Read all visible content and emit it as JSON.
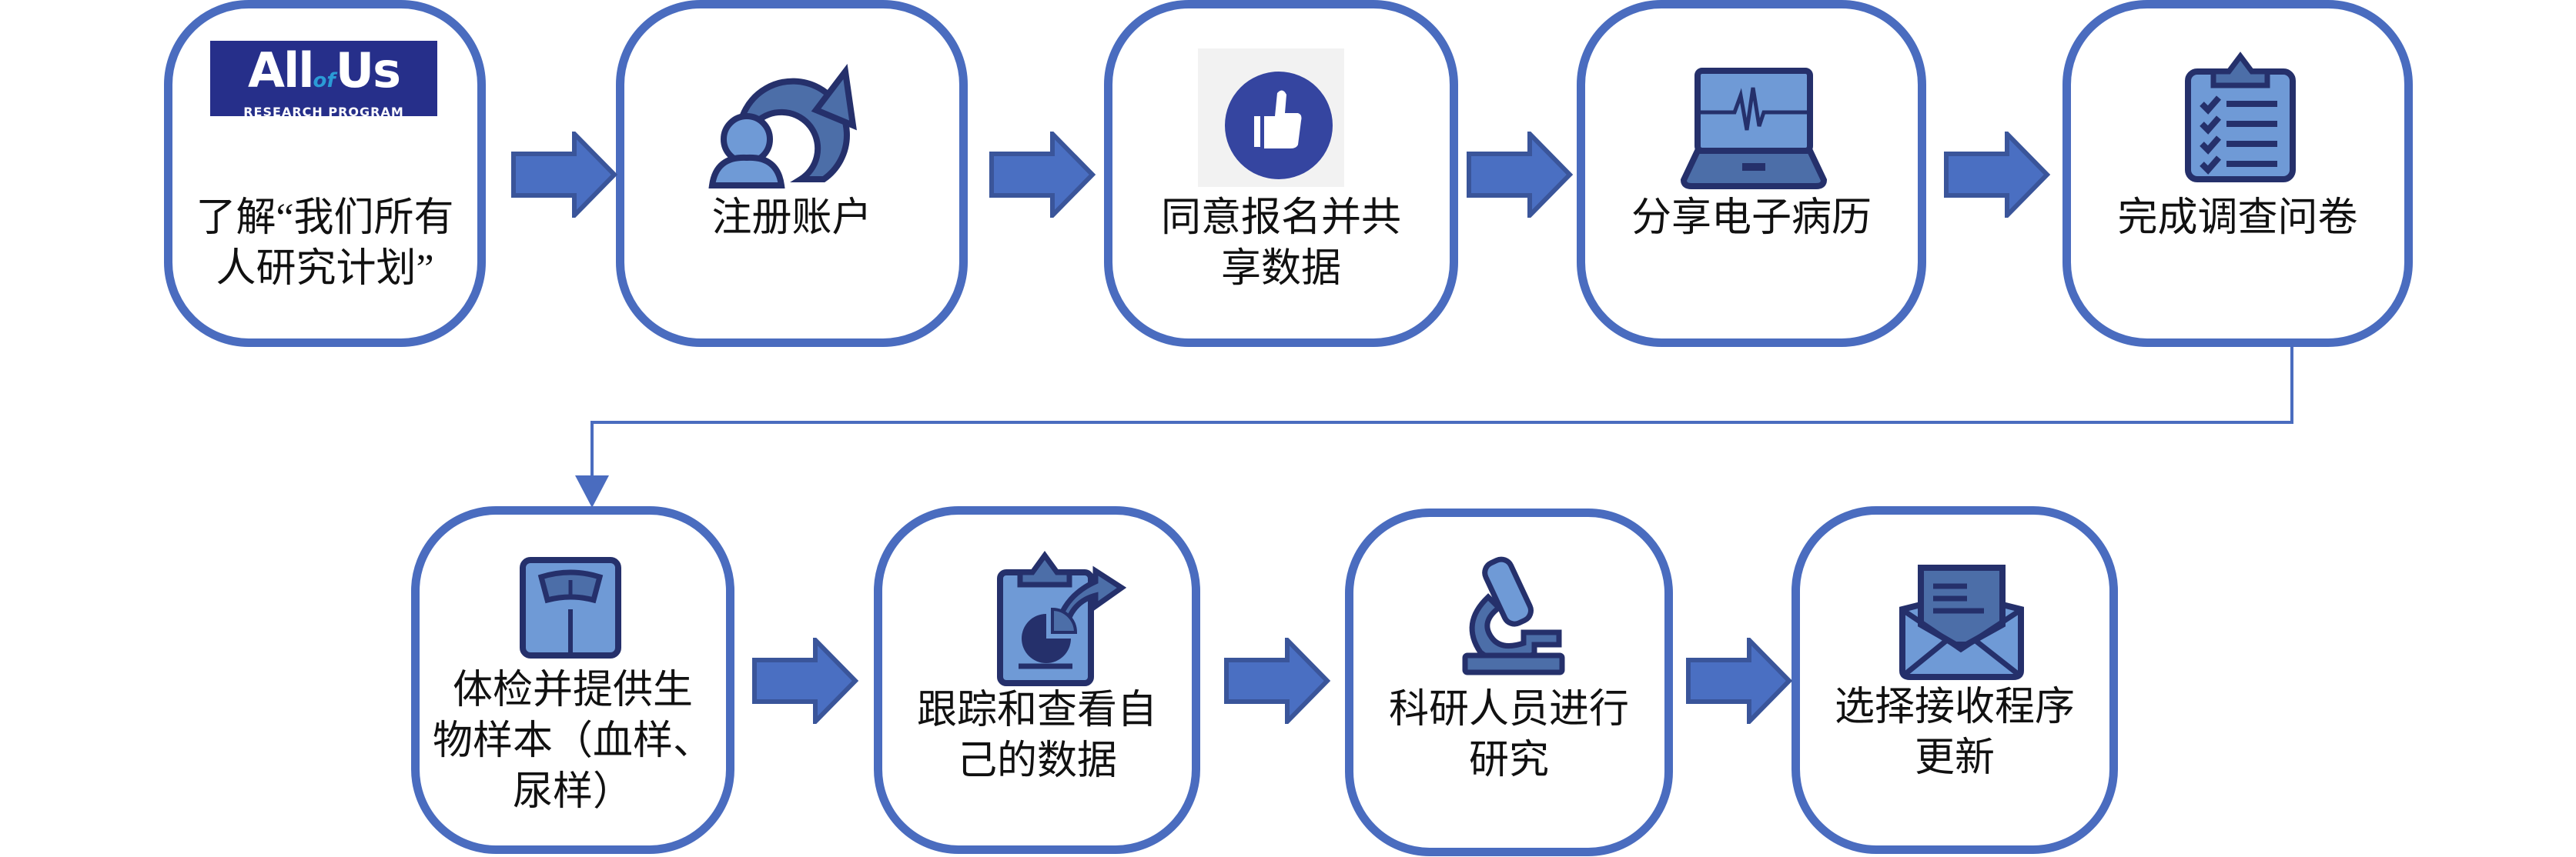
{
  "diagram": {
    "colors": {
      "box_border": "#4a6cbf",
      "arrow_fill": "#4a6fc2",
      "arrow_stroke": "#3a559a",
      "icon_dark": "#25306b",
      "icon_mid": "#4c6ea8",
      "icon_light": "#6f9ad6",
      "logo_bg": "#262f8a",
      "thumb_circle": "#3545a0"
    },
    "logo": {
      "title_all": "All",
      "title_of": "of",
      "title_us": "Us",
      "subtitle": "RESEARCH PROGRAM"
    },
    "steps": [
      {
        "label": "了解“我们所有\n人研究计划”",
        "icon": "all-of-us-logo"
      },
      {
        "label": "注册账户",
        "icon": "user-refresh-icon"
      },
      {
        "label": "同意报名并共\n享数据",
        "icon": "thumbs-up-icon"
      },
      {
        "label": "分享电子病历",
        "icon": "laptop-ekg-icon"
      },
      {
        "label": "完成调查问卷",
        "icon": "checklist-clipboard-icon"
      },
      {
        "label": "体检并提供生\n物样本（血样、\n尿样）",
        "icon": "weighing-scale-icon"
      },
      {
        "label": "跟踪和查看自\n己的数据",
        "icon": "clipboard-chart-share-icon"
      },
      {
        "label": "科研人员进行\n研究",
        "icon": "microscope-icon"
      },
      {
        "label": "选择接收程序\n更新",
        "icon": "open-envelope-icon"
      }
    ]
  }
}
